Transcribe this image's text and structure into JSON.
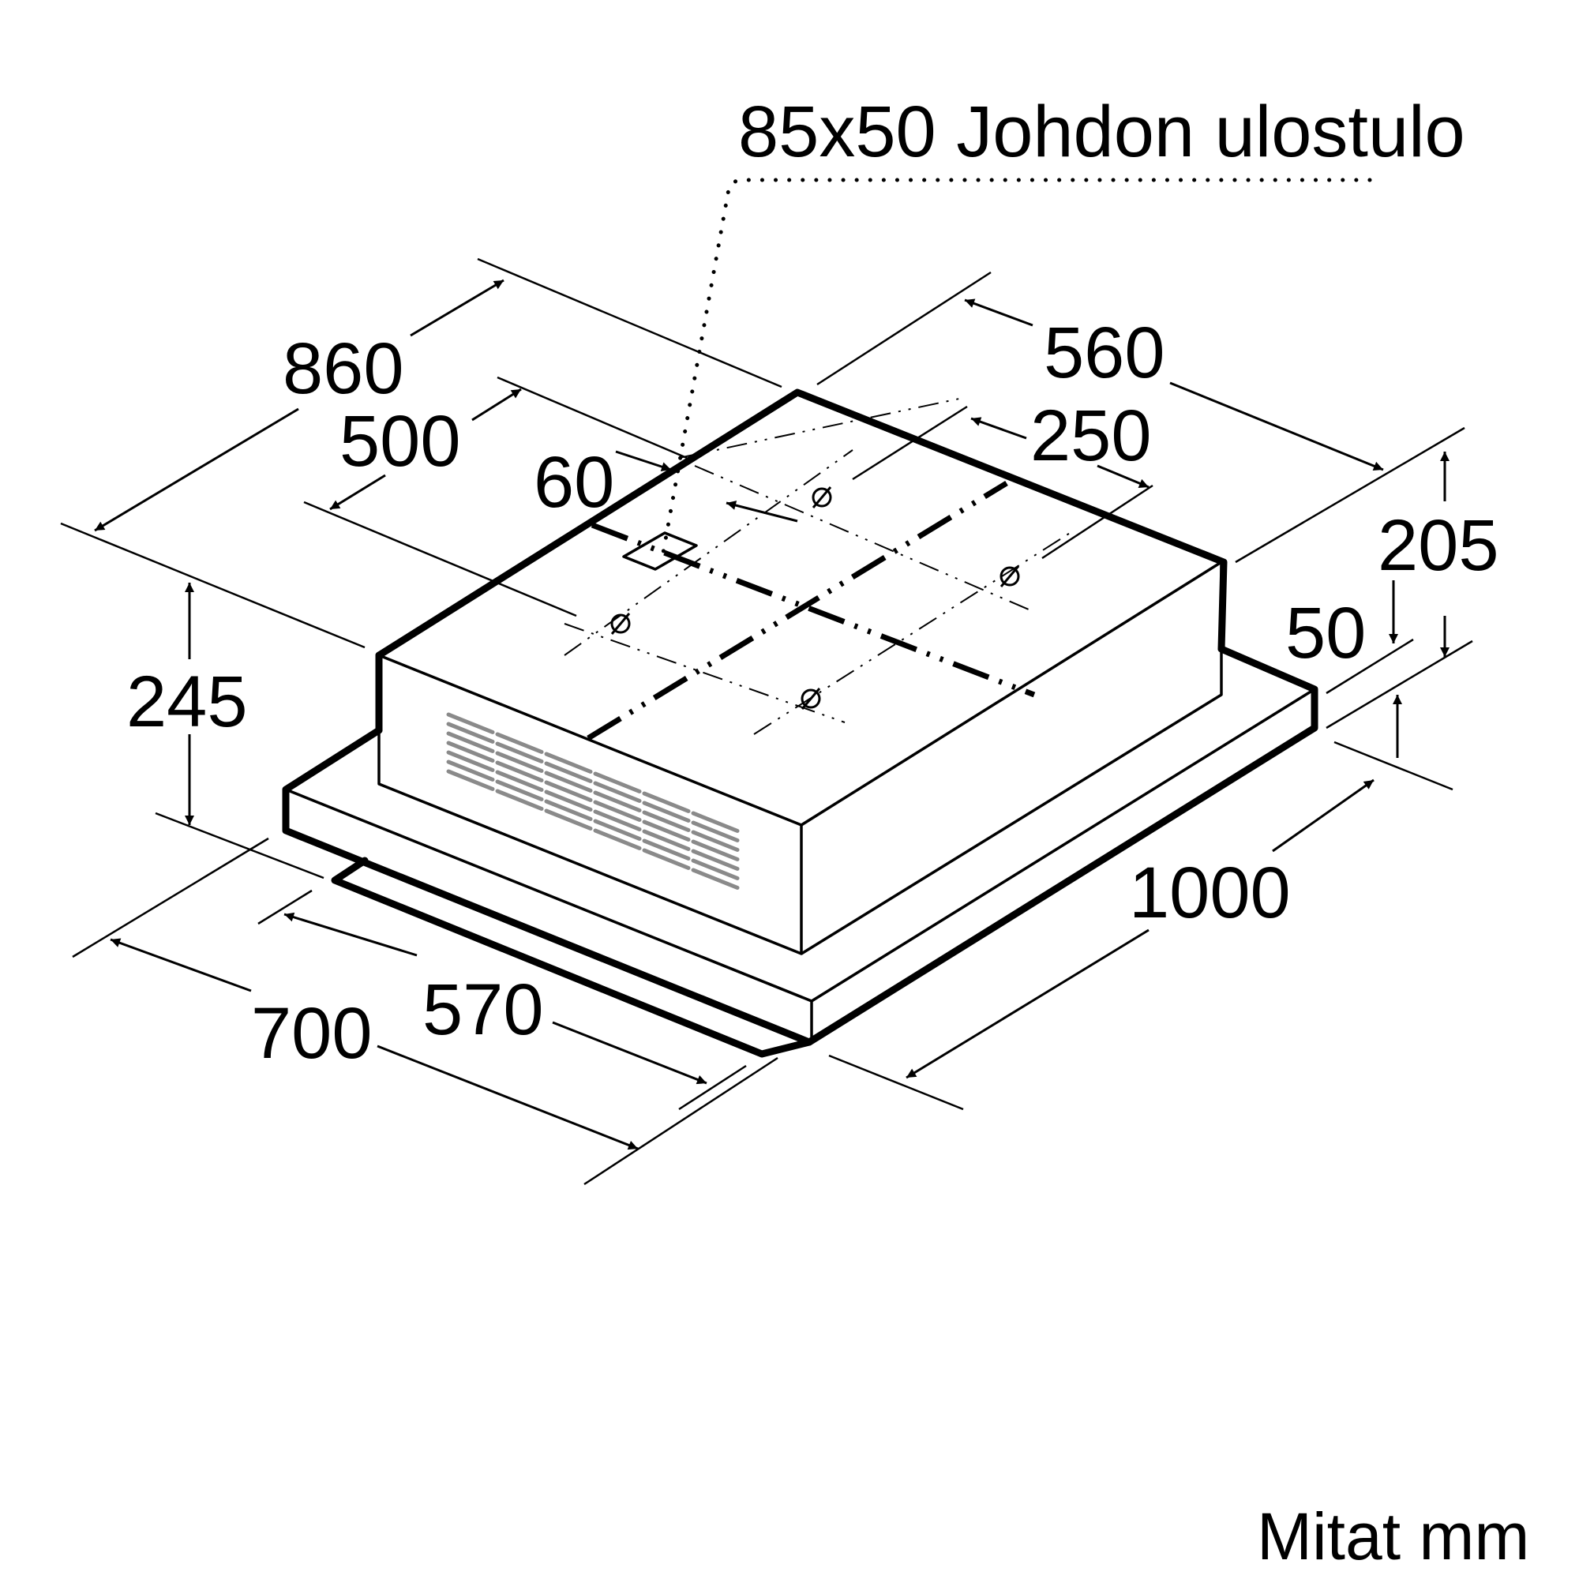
{
  "diagram": {
    "cable_outlet_label": "85x50 Johdon ulostulo",
    "units_note": "Mitat mm",
    "dimensions": {
      "overall_depth": "860",
      "mounting_depth": "500",
      "outlet_offset": "60",
      "overall_width": "560",
      "mounting_width": "250",
      "total_height": "205",
      "panel_thickness": "50",
      "installation_height": "245",
      "hood_width": "1000",
      "hood_depth": "700",
      "cutout_depth": "570"
    },
    "colors": {
      "line": "#000000",
      "grille": "#8a8a8a",
      "background": "#ffffff"
    }
  }
}
